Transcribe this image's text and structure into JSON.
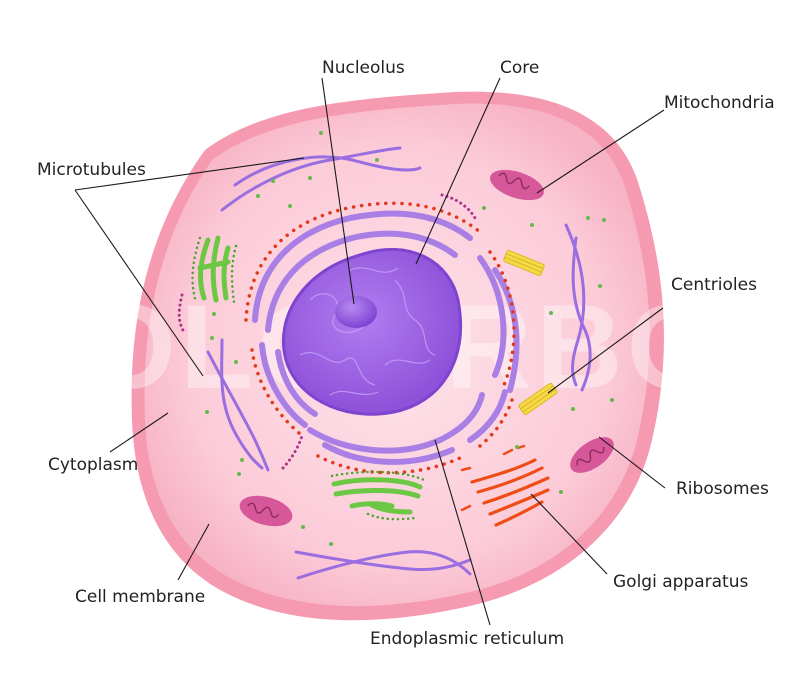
{
  "diagram": {
    "labels": {
      "nucleolus": "Nucleolus",
      "core": "Core",
      "mitochondria": "Mitochondria",
      "microtubules": "Microtubules",
      "centrioles": "Centrioles",
      "cytoplasm": "Cytoplasm",
      "ribosomes": "Ribosomes",
      "cell_membrane": "Cell membrane",
      "golgi_apparatus": "Golgi apparatus",
      "endoplasmic_reticulum": "Endoplasmic reticulum"
    },
    "watermark": "COLOURBOX"
  },
  "colors": {
    "membrane": "#f59ab1",
    "cytoplasm": "#fcd0dc",
    "nucleus": "#9b5fe0",
    "er": "#a97fe6",
    "ribosome_dot": "#e2381b",
    "mitochondria": "#d6589b",
    "golgi": "#ef4d16",
    "smooth_er": "#6cc743",
    "centriole": "#f5d94a",
    "microtubule": "#9a6ee0"
  }
}
